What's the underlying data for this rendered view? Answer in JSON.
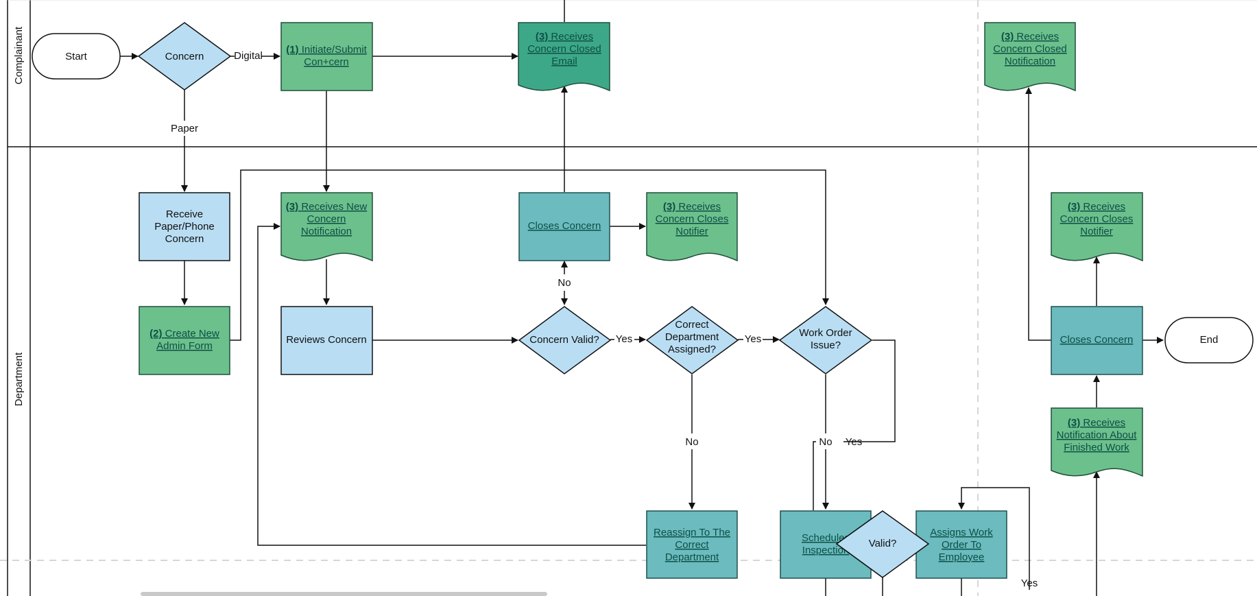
{
  "lanes": [
    {
      "id": "complainant",
      "label": "Complainant"
    },
    {
      "id": "department",
      "label": "Department"
    }
  ],
  "colors": {
    "light_blue": "#b9def4",
    "green": "#6cc08c",
    "dark_green": "#3da888",
    "teal": "#6bbbbf",
    "stroke": "#222222",
    "link": "#0d4f45"
  },
  "nodes": {
    "start": {
      "text": "Start"
    },
    "concern": {
      "text": "Concern"
    },
    "initiate": {
      "num": "(1)",
      "text": "Initiate/Submit",
      "text2": "Con+cern"
    },
    "receives_closed_email": {
      "num": "(3)",
      "line1": "Receives",
      "line2": "Concern Closed",
      "line3": "Email"
    },
    "receives_closed_notification_top": {
      "num": "(3)",
      "line1": "Receives",
      "line2": "Concern Closed",
      "line3": "Notification"
    },
    "receive_paper": {
      "line1": "Receive",
      "line2": "Paper/Phone",
      "line3": "Concern"
    },
    "create_admin_form": {
      "num": "(2)",
      "line1": "Create New",
      "line2": "Admin Form"
    },
    "receives_new_notification": {
      "num": "(3)",
      "line1": "Receives New",
      "line2": "Concern",
      "line3": "Notification"
    },
    "reviews_concern": {
      "text": "Reviews Concern"
    },
    "closes_concern_mid": {
      "text": "Closes Concern"
    },
    "receives_closes_notifier_mid": {
      "num": "(3)",
      "line1": "Receives",
      "line2": "Concern Closes",
      "line3": "Notifier"
    },
    "concern_valid": {
      "text": "Concern Valid?"
    },
    "correct_dept": {
      "line1": "Correct",
      "line2": "Department",
      "line3": "Assigned?"
    },
    "work_order_issue": {
      "line1": "Work Order",
      "line2": "Issue?"
    },
    "reassign": {
      "line1": "Reassign To The",
      "line2": "Correct",
      "line3": "Department"
    },
    "schedules_inspection": {
      "line1": "Schedules",
      "line2": "Inspection"
    },
    "valid": {
      "text": "Valid?"
    },
    "assigns_work_order": {
      "line1": "Assigns Work",
      "line2": "Order To",
      "line3": "Employee"
    },
    "receives_closes_notifier_right": {
      "num": "(3)",
      "line1": "Receives",
      "line2": "Concern Closes",
      "line3": "Notifier"
    },
    "closes_concern_right": {
      "text": "Closes Concern"
    },
    "end": {
      "text": "End"
    },
    "receives_finished_work": {
      "num": "(3)",
      "line1": "Receives",
      "line2": "Notification About",
      "line3": "Finished Work"
    }
  },
  "edge_labels": {
    "digital": "Digital",
    "paper": "Paper",
    "no_valid": "No",
    "yes_valid": "Yes",
    "yes_dept": "Yes",
    "no_dept": "No",
    "no_work": "No",
    "yes_work": "Yes",
    "yes_bottom": "Yes"
  }
}
